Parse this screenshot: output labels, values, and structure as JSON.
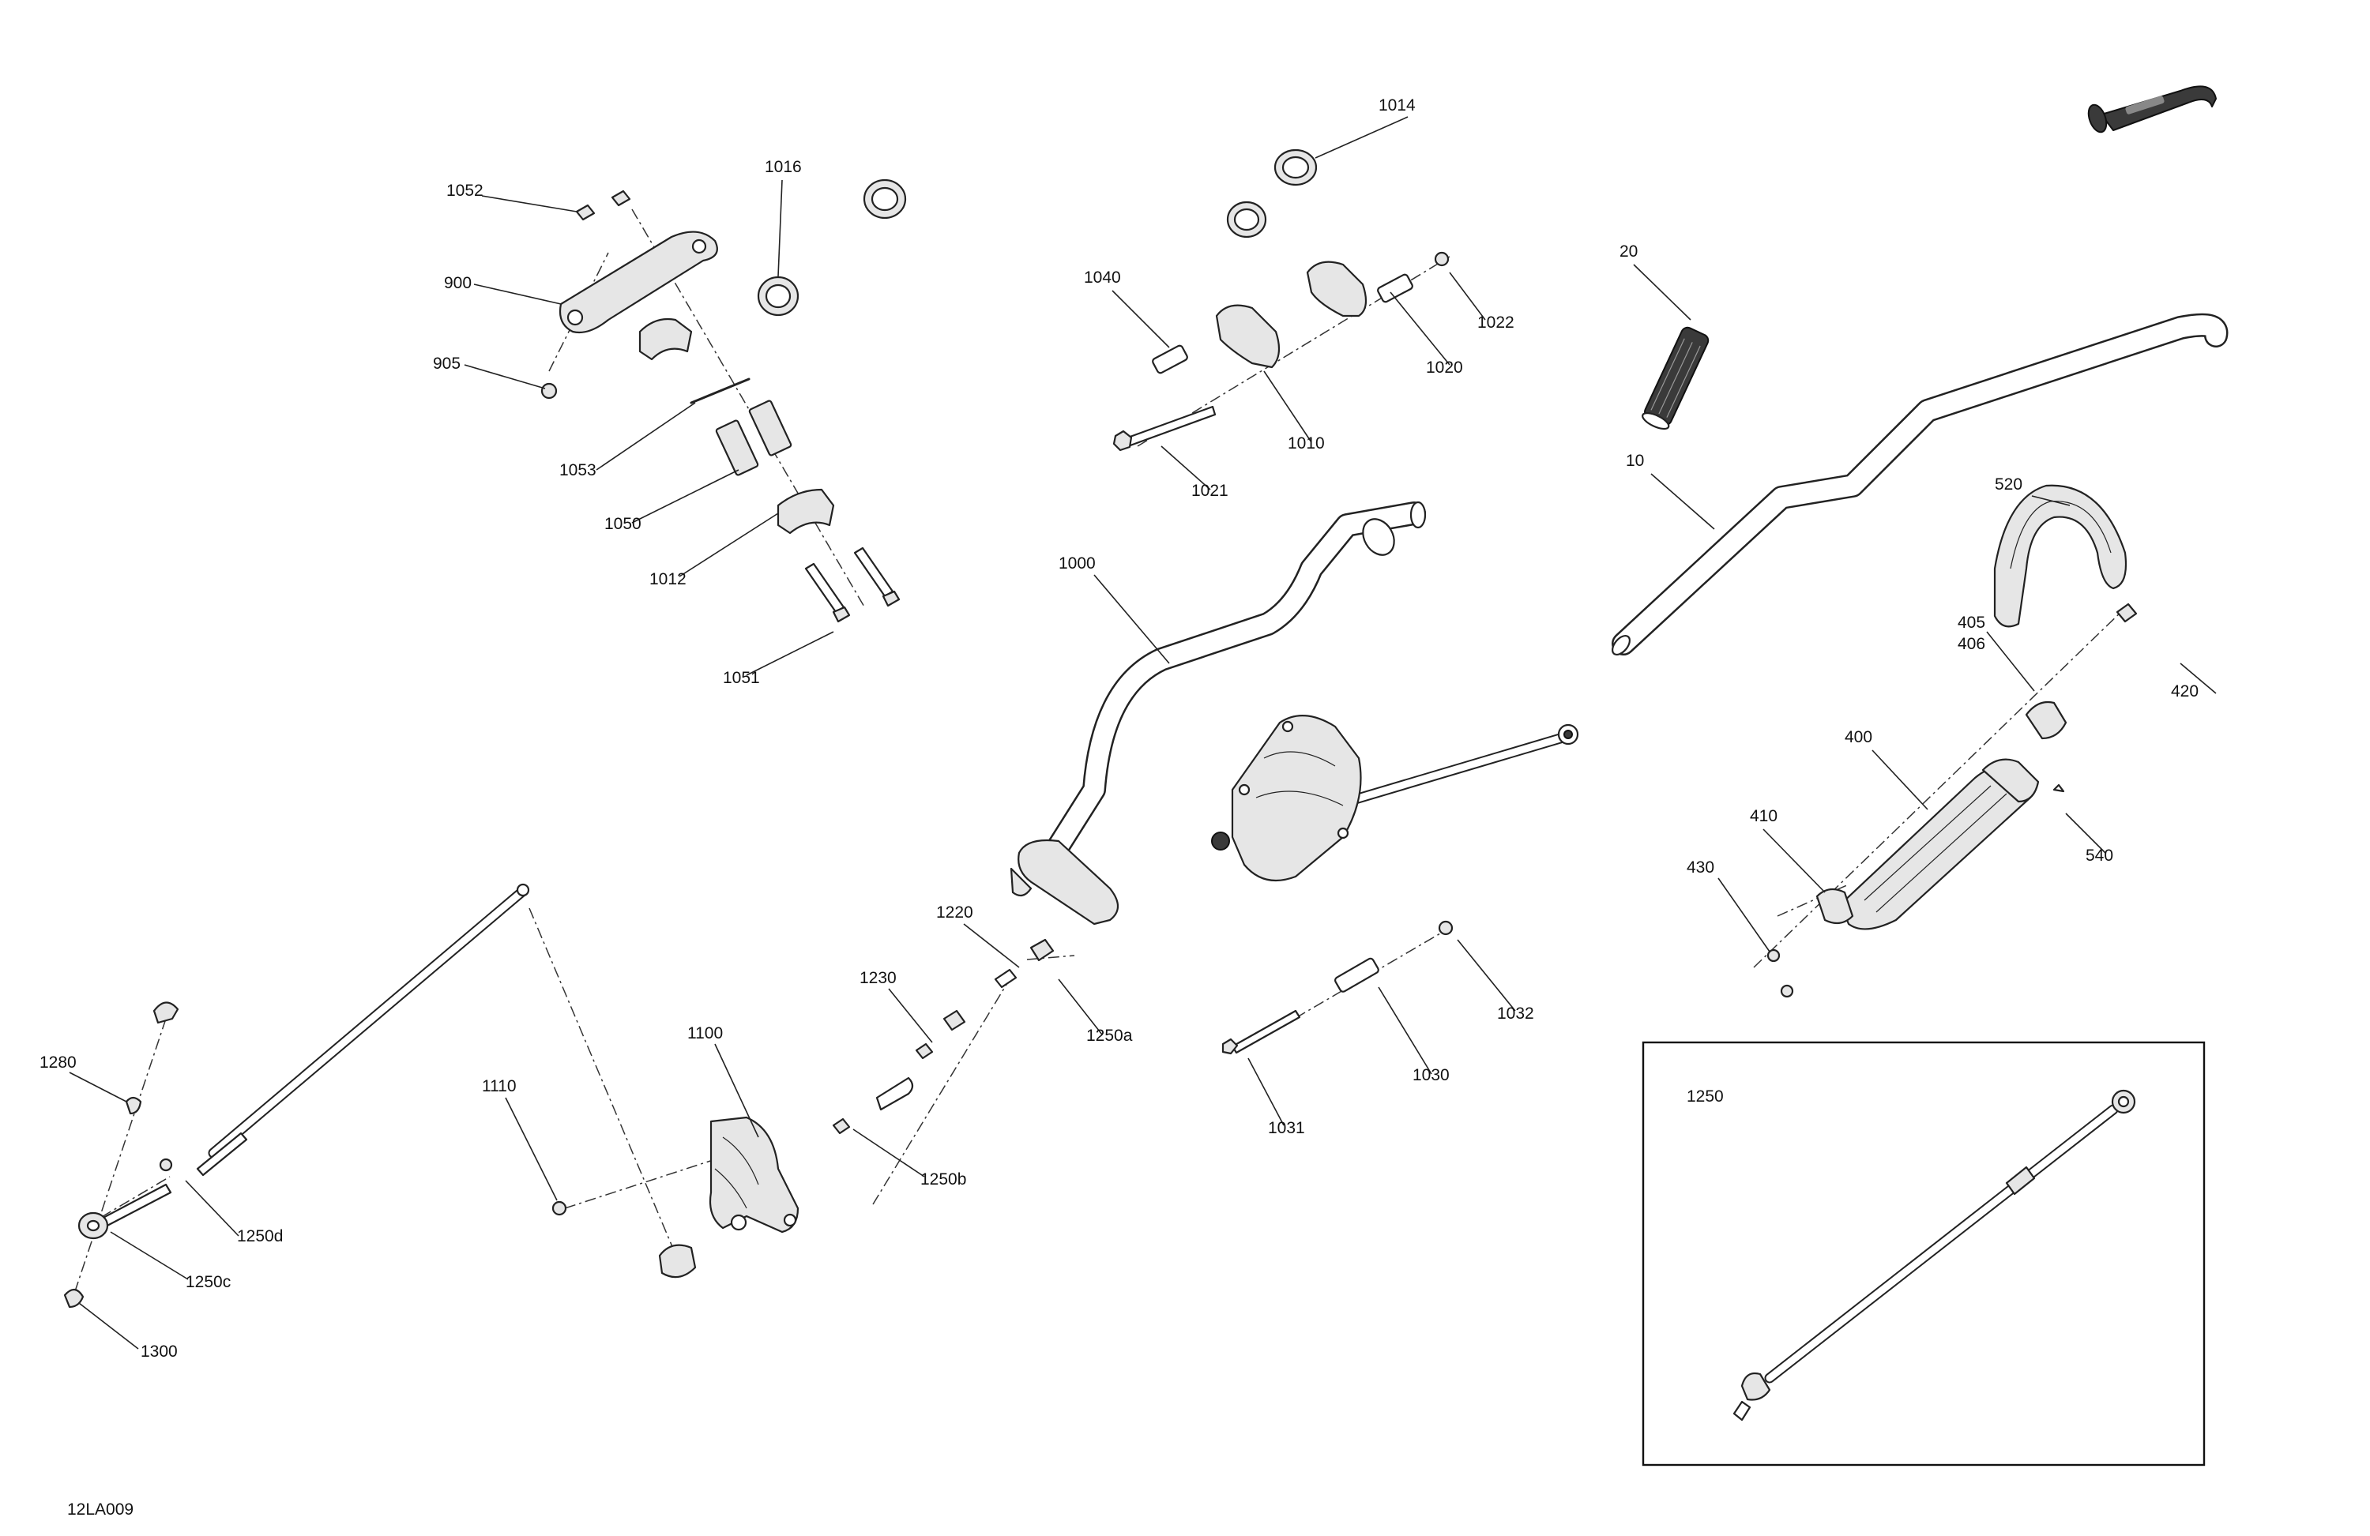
{
  "diagram_code": "12LA009",
  "inset": {
    "label": "1250"
  },
  "callouts": [
    "10",
    "20",
    "400",
    "405",
    "406",
    "410",
    "420",
    "430",
    "520",
    "540",
    "900",
    "905",
    "1000",
    "1010",
    "1012",
    "1014",
    "1016",
    "1020",
    "1021",
    "1022",
    "1030",
    "1031",
    "1032",
    "1040",
    "1050",
    "1051",
    "1052",
    "1053",
    "1100",
    "1110",
    "1220",
    "1230",
    "1250a",
    "1250b",
    "1250c",
    "1250d",
    "1280",
    "1300"
  ]
}
